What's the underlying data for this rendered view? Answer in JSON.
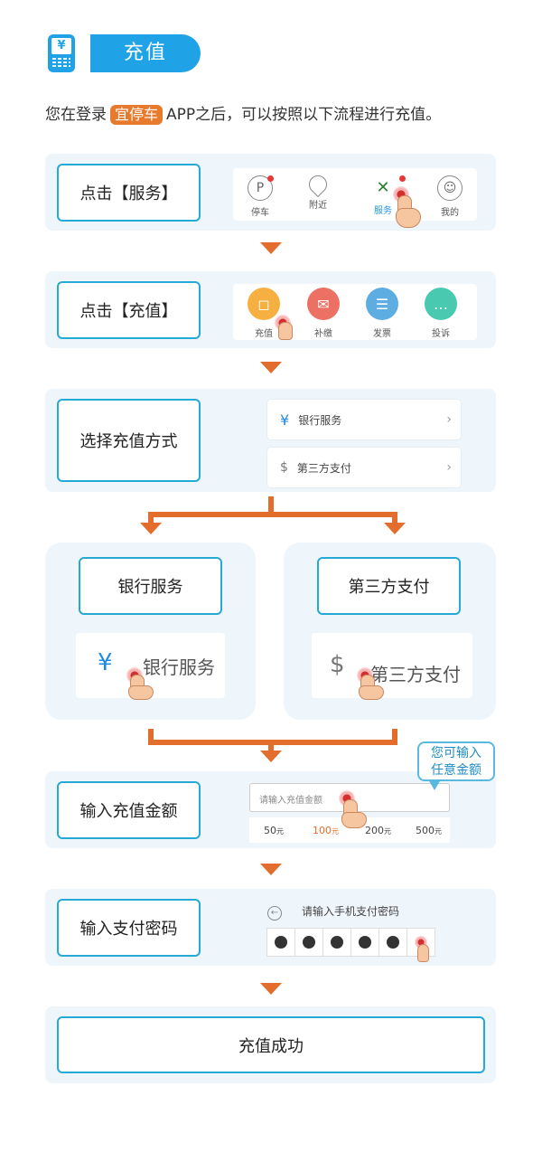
{
  "header": {
    "icon_symbol": "¥",
    "title": "充值"
  },
  "intro": {
    "before": "您在登录",
    "app_name": "宜停车",
    "after": "APP之后，可以按照以下流程进行充值。"
  },
  "colors": {
    "accent": "#1fa3e6",
    "arrow": "#e26d2c",
    "panel": "#eef6fc",
    "step_border": "#25a9d6",
    "badge": "#e87a2e"
  },
  "steps": {
    "s1": {
      "label": "点击【服务】",
      "tabs": [
        "停车",
        "附近",
        "服务",
        "我的"
      ]
    },
    "s2": {
      "label": "点击【充值】",
      "items": [
        "充值",
        "补缴",
        "发票",
        "投诉"
      ]
    },
    "s3": {
      "label": "选择充值方式",
      "options": [
        "银行服务",
        "第三方支付"
      ]
    },
    "s4": {
      "bank": {
        "label": "银行服务",
        "icon_text": "银行服务"
      },
      "third": {
        "label": "第三方支付",
        "icon_text": "第三方支付"
      }
    },
    "s5": {
      "label": "输入充值金额",
      "placeholder": "请输入充值金额",
      "amounts": [
        "50",
        "100",
        "200",
        "500"
      ],
      "unit": "元",
      "bubble_line1": "您可输入",
      "bubble_line2": "任意金额"
    },
    "s6": {
      "label": "输入支付密码",
      "prompt": "请输入手机支付密码"
    },
    "s7": {
      "label": "充值成功"
    }
  }
}
